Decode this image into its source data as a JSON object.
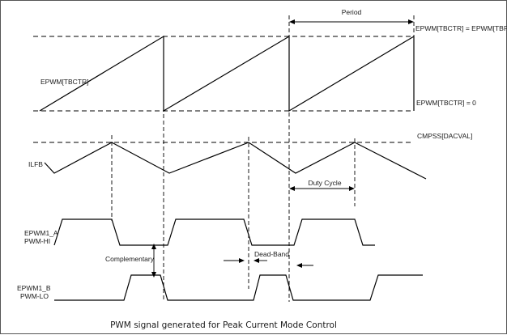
{
  "signals": {
    "tbctr": "EPWM[TBCTR]",
    "ilfb": "ILFB",
    "epwm_a_line1": "EPWM1_A",
    "epwm_a_line2": "PWM-HI",
    "epwm_b_line1": "EPWM1_B",
    "epwm_b_line2": "PWM-LO"
  },
  "annotations": {
    "period": "Period",
    "tbctr_max": "EPWM[TBCTR] = EPWM[TBPRD]",
    "tbctr_zero": "EPWM[TBCTR] = 0",
    "cmpss": "CMPSS[DACVAL]",
    "duty_cycle": "Duty Cycle",
    "dead_band": "Dead-Band",
    "complementary": "Complementary"
  },
  "caption": "PWM signal generated for Peak Current Mode Control",
  "colors": {
    "line": "#000000",
    "text": "#1a1a1a",
    "border": "#555555"
  }
}
